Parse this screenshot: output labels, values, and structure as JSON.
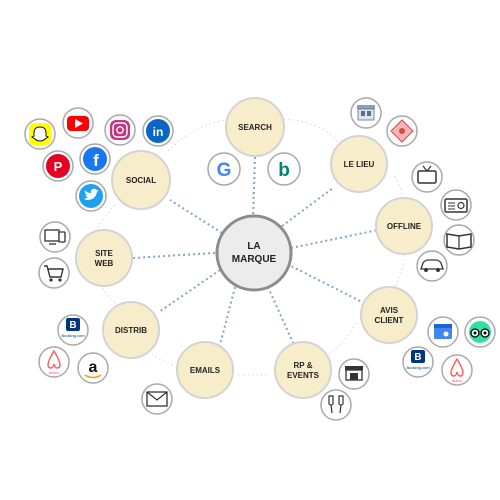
{
  "center": {
    "line1": "LA",
    "line2": "MARQUE"
  },
  "nodes": {
    "search": {
      "line1": "SEARCH"
    },
    "lelieu": {
      "line1": "LE LIEU"
    },
    "offline": {
      "line1": "OFFLINE"
    },
    "avis": {
      "line1": "AVIS",
      "line2": "CLIENT"
    },
    "rp": {
      "line1": "RP &",
      "line2": "EVENTS"
    },
    "emails": {
      "line1": "EMAILS"
    },
    "distrib": {
      "line1": "DISTRIB"
    },
    "siteweb": {
      "line1": "SITE",
      "line2": "WEB"
    },
    "social": {
      "line1": "SOCIAL"
    }
  },
  "icon_text": {
    "google": "G",
    "bing": "b",
    "linkedin": "in",
    "facebook": "f",
    "pinterest": "P",
    "booking_b": "B",
    "booking_caption": "Booking.com",
    "airbnb_caption": "airbnb",
    "amazon": "a"
  },
  "colors": {
    "node_fill": "#f8edcb",
    "node_stroke": "#d3d3d3",
    "link_color": "#7fa5c8",
    "youtube": "#ff0000",
    "instagram": "#c13584",
    "linkedin": "#0a66c2",
    "facebook": "#1877f2",
    "twitter": "#1da1f2",
    "pinterest": "#e60023",
    "snapchat": "#fffc00",
    "booking": "#003580",
    "airbnb": "#ff5a5f",
    "tripadvisor": "#34e0a1",
    "google_blue": "#4285f4",
    "bing": "#008373"
  }
}
